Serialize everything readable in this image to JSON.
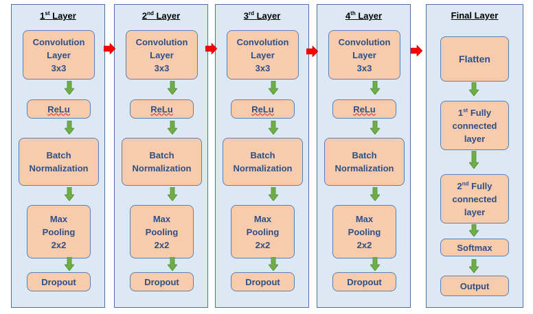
{
  "layers": [
    {
      "ord": "1",
      "suffix": "st",
      "word": "Layer"
    },
    {
      "ord": "2",
      "suffix": "nd",
      "word": "Layer"
    },
    {
      "ord": "3",
      "suffix": "rd",
      "word": "Layer"
    },
    {
      "ord": "4",
      "suffix": "th",
      "word": "Layer"
    }
  ],
  "blocks": {
    "conv": [
      "Convolution",
      "Layer",
      "3x3"
    ],
    "relu": "ReLu",
    "batch": [
      "Batch",
      "Normalization"
    ],
    "pool": [
      "Max",
      "Pooling",
      "2x2"
    ],
    "dropout": "Dropout"
  },
  "final": {
    "title": "Final Layer",
    "flatten": "Flatten",
    "fc1": {
      "ord": "1",
      "suffix": "st",
      "line1": "Fully",
      "line2": "connected",
      "line3": "layer"
    },
    "fc2": {
      "ord": "2",
      "suffix": "nd",
      "line1": "Fully",
      "line2": "connected",
      "line3": "layer"
    },
    "softmax": "Softmax",
    "output": "Output"
  },
  "colors": {
    "panel": "#dde8f5",
    "box": "#f8cbad",
    "box_text": "#2e4f86",
    "down_arrow": "#70ad47",
    "right_arrow": "#ff0000"
  }
}
